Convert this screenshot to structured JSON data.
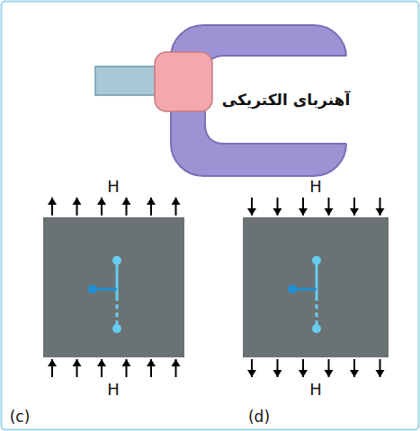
{
  "diagram": {
    "labels": [
      "آهنربای الکتریکی",
      "H",
      "H",
      "(c)",
      "H",
      "H",
      "(d)"
    ]
  }
}
